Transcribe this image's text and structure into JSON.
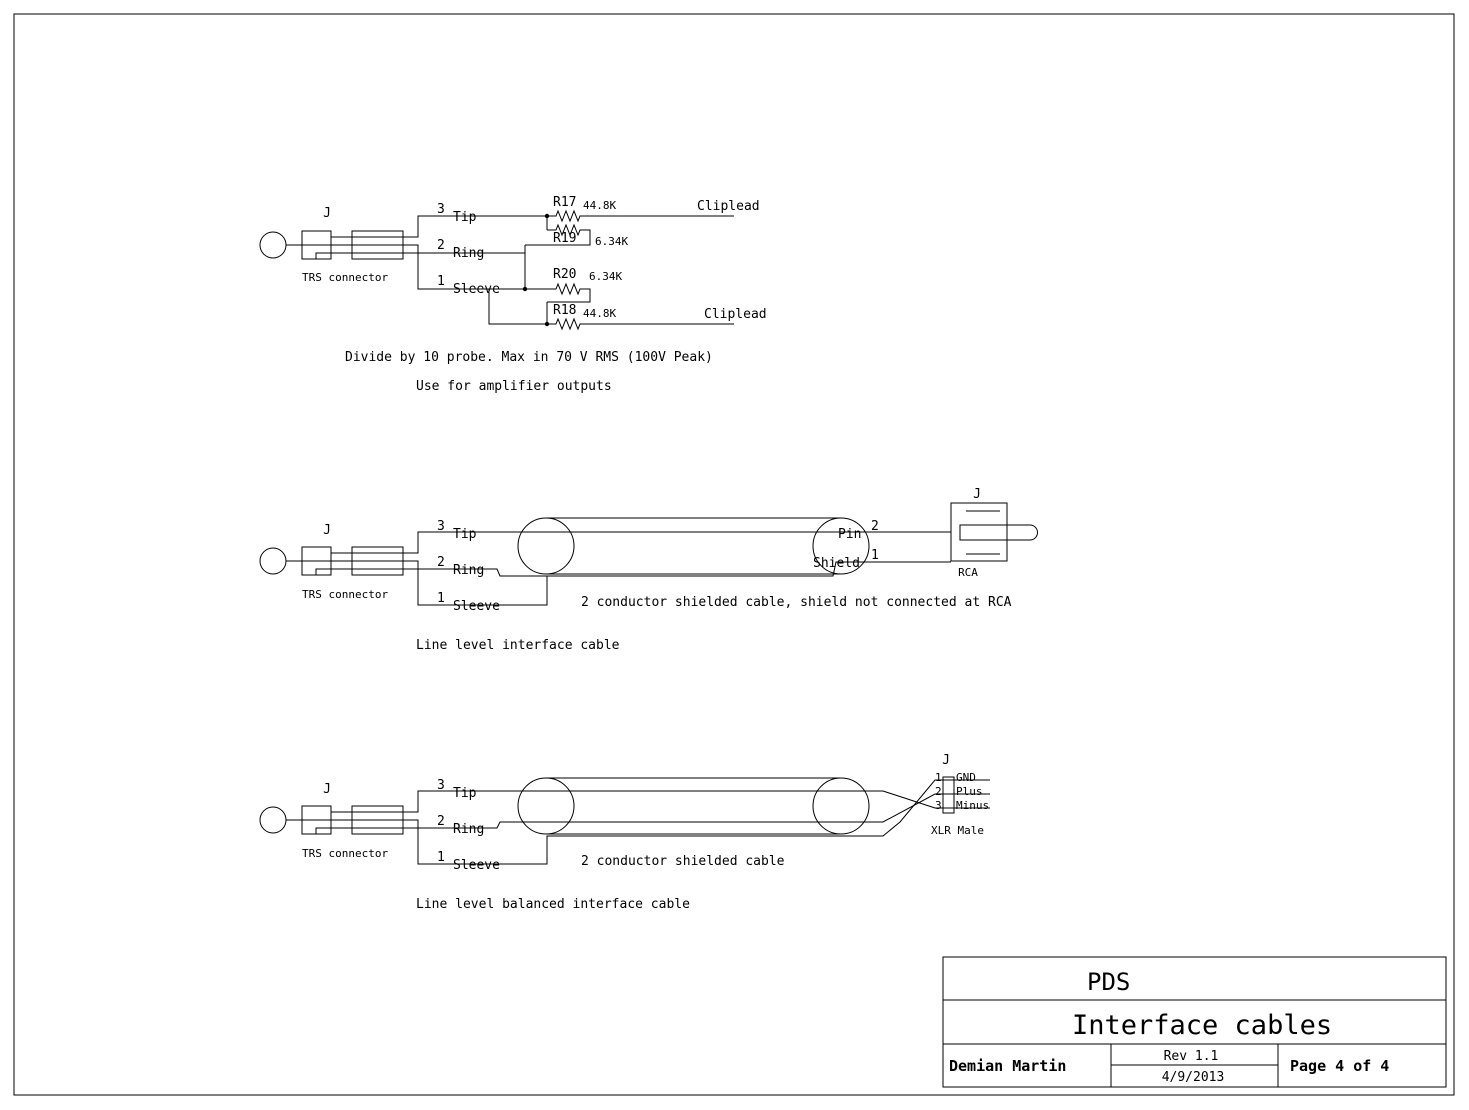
{
  "diagram1": {
    "ref": "J",
    "connector_label": "TRS connector",
    "pins": [
      {
        "num": "3",
        "name": "Tip"
      },
      {
        "num": "2",
        "name": "Ring"
      },
      {
        "num": "1",
        "name": "Sleeve"
      }
    ],
    "resistors": [
      {
        "ref": "R17",
        "value": "44.8K"
      },
      {
        "ref": "R19",
        "value": "6.34K"
      },
      {
        "ref": "R20",
        "value": "6.34K"
      },
      {
        "ref": "R18",
        "value": "44.8K"
      }
    ],
    "outputs": [
      "Cliplead",
      "Cliplead"
    ],
    "note1": "Divide by 10 probe. Max in 70 V RMS (100V Peak)",
    "note2": "Use for amplifier outputs"
  },
  "diagram2": {
    "ref": "J",
    "connector_label": "TRS connector",
    "pins": [
      {
        "num": "3",
        "name": "Tip"
      },
      {
        "num": "2",
        "name": "Ring"
      },
      {
        "num": "1",
        "name": "Sleeve"
      }
    ],
    "rca_ref": "J",
    "rca_label": "RCA",
    "rca_pins": [
      {
        "num": "2",
        "name": "Pin"
      },
      {
        "num": "1",
        "name": "Shield"
      }
    ],
    "cable_note": "2 conductor shielded cable, shield not connected at RCA",
    "caption": "Line level interface cable"
  },
  "diagram3": {
    "ref": "J",
    "connector_label": "TRS connector",
    "pins": [
      {
        "num": "3",
        "name": "Tip"
      },
      {
        "num": "2",
        "name": "Ring"
      },
      {
        "num": "1",
        "name": "Sleeve"
      }
    ],
    "xlr_ref": "J",
    "xlr_label": "XLR Male",
    "xlr_pins": [
      {
        "num": "1",
        "name": "GND"
      },
      {
        "num": "2",
        "name": "Plus"
      },
      {
        "num": "3",
        "name": "Minus"
      }
    ],
    "cable_note": "2 conductor shielded cable",
    "caption": "Line level balanced interface cable"
  },
  "title_block": {
    "company": "PDS",
    "title": "Interface cables",
    "author": "Demian Martin",
    "revision": "Rev 1.1",
    "date": "4/9/2013",
    "page": "Page 4 of 4"
  }
}
